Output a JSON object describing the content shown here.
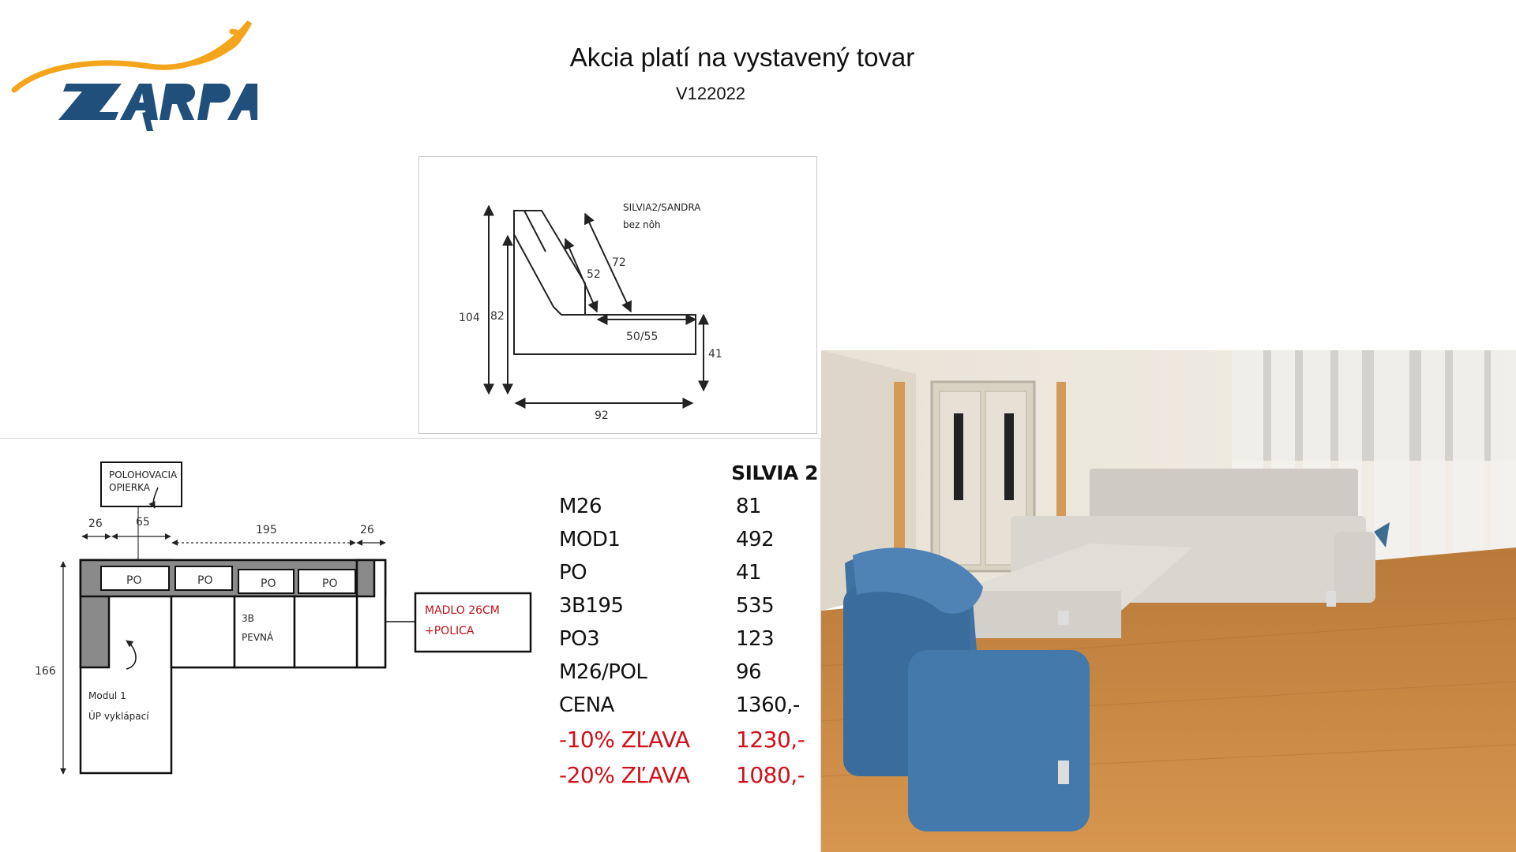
{
  "brand": {
    "name": "ZARPA",
    "navy": "#1f4f7a",
    "orange": "#f4a51c"
  },
  "header": {
    "title": "Akcia platí na vystavený tovar",
    "code": "V122022"
  },
  "profile_drawing": {
    "model_label": "SILVIA2/SANDRA",
    "note": "bez nôh",
    "dims": {
      "total_height": "104",
      "seat_back_height": "82",
      "back_inner": "52",
      "back_outer": "72",
      "seat_depth": "50/55",
      "seat_height": "41",
      "total_depth": "92"
    }
  },
  "layout_drawing": {
    "callout_headrest": [
      "POLOHOVACIA",
      "OPIERKA"
    ],
    "callout_armrest": [
      "MADLO 26CM",
      "+POLICA"
    ],
    "dims": {
      "arm_left": "26",
      "module_width": "65",
      "sofa_width": "195",
      "arm_right": "26",
      "depth": "166"
    },
    "module1_label": [
      "Modul 1",
      "ÚP vyklápací"
    ],
    "sofa_label": [
      "3B",
      "PEVNÁ"
    ],
    "cushion_label": "PO"
  },
  "price_table": {
    "product": "SILVIA 2",
    "rows": [
      {
        "code": "M26",
        "value": "81"
      },
      {
        "code": "MOD1",
        "value": "492"
      },
      {
        "code": "PO",
        "value": "41"
      },
      {
        "code": "3B195",
        "value": "535"
      },
      {
        "code": "PO3",
        "value": "123"
      },
      {
        "code": "M26/POL",
        "value": "96"
      },
      {
        "code": "CENA",
        "value": "1360,-"
      }
    ],
    "discounts": [
      {
        "code": "-10% ZĽAVA",
        "value": "1230,-"
      },
      {
        "code": "-20% ZĽAVA",
        "value": "1080,-"
      }
    ],
    "discount_color": "#d0101a"
  },
  "photo": {
    "sofa_color": "#d9d6d0",
    "armchair_color": "#3f72a3",
    "floor_color": "#c98b42"
  }
}
